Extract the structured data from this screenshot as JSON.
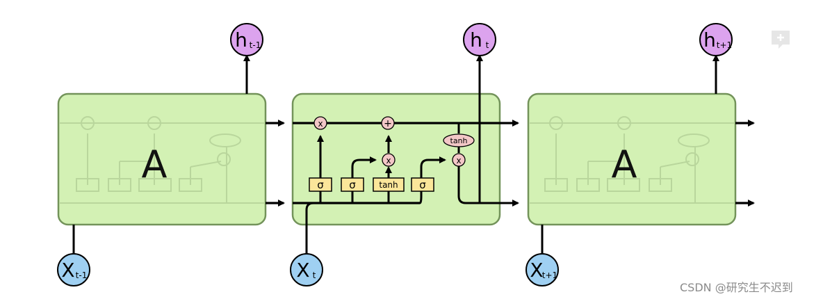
{
  "cells": {
    "left": {
      "label": "A"
    },
    "right": {
      "label": "A"
    }
  },
  "inputs": [
    {
      "base": "X",
      "sub": "t-1"
    },
    {
      "base": "X",
      "sub": "t"
    },
    {
      "base": "X",
      "sub": "t+1"
    }
  ],
  "outputs": [
    {
      "base": "h",
      "sub": "t-1"
    },
    {
      "base": "h",
      "sub": "t"
    },
    {
      "base": "h",
      "sub": "t+1"
    }
  ],
  "gates": {
    "sigma": "σ",
    "tanh": "tanh",
    "multiply": "x",
    "add": "+"
  },
  "watermark": "CSDN @研究生不迟到",
  "colors": {
    "cell_fill": "#d3f1b4",
    "cell_stroke": "#73935a",
    "input_fill": "#9fd0f2",
    "output_fill": "#dca3ee",
    "gate_fill": "#fbe69a",
    "op_fill": "#f3c7c7"
  }
}
